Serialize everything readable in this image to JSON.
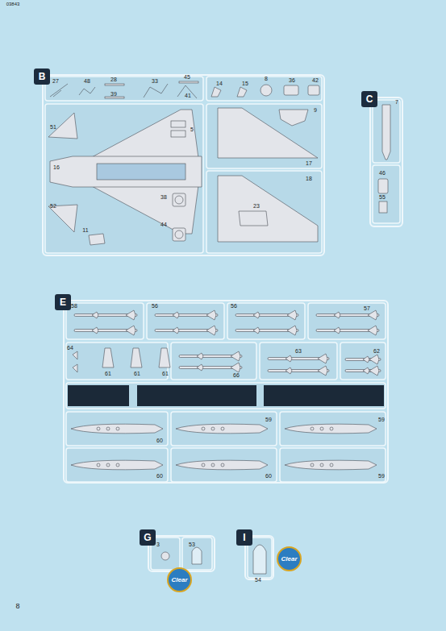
{
  "diagram": {
    "nodes": [
      {
        "text": [
          "B"
        ]
      },
      {
        "text": [
          "C"
        ]
      },
      {
        "text": [
          "E"
        ]
      },
      {
        "text": [
          "G"
        ]
      },
      {
        "text": [
          "I"
        ]
      },
      {
        "text": [
          "Clear"
        ],
        "in": 3
      },
      {
        "text": [
          "Clear"
        ],
        "in": 4
      }
    ],
    "labels": [
      "03843",
      "8",
      "27",
      "48",
      "28",
      "39",
      "33",
      "45",
      "41",
      "14",
      "15",
      "8",
      "36",
      "42",
      "5",
      "51",
      "16",
      "9",
      "17",
      "38",
      "44",
      "52",
      "11",
      "18",
      "23",
      "7",
      "46",
      "55",
      "58",
      "56",
      "56",
      "57",
      "64",
      "61",
      "61",
      "61",
      "66",
      "63",
      "62",
      "60",
      "59",
      "59",
      "60",
      "60",
      "59",
      "3",
      "53",
      "54"
    ]
  }
}
